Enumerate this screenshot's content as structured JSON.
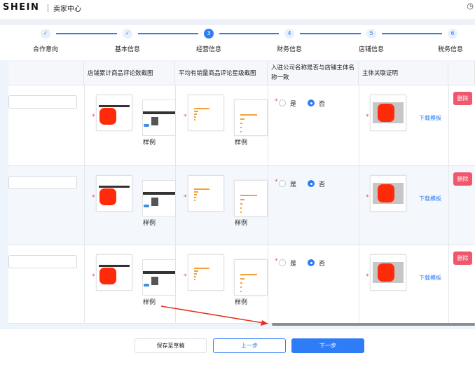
{
  "header": {
    "logo": "SHEIN",
    "title": "卖家中心",
    "clock_icon": "clock-icon"
  },
  "steps": [
    {
      "label": "合作意向",
      "marker": "✓",
      "status": "done"
    },
    {
      "label": "基本信息",
      "marker": "✓",
      "status": "done"
    },
    {
      "label": "经营信息",
      "marker": "3",
      "status": "active"
    },
    {
      "label": "财务信息",
      "marker": "4",
      "status": "pending"
    },
    {
      "label": "店铺信息",
      "marker": "5",
      "status": "pending"
    },
    {
      "label": "税务信息",
      "marker": "6",
      "status": "pending"
    }
  ],
  "table": {
    "columns": [
      "",
      "店铺累计商品评论数截图",
      "平均有销量商品评论星级截图",
      "入驻公司名称是否与店铺主体名称一致",
      "主体关联证明",
      ""
    ],
    "rows": [
      {
        "sample_label": "样例",
        "yes": "是",
        "no": "否",
        "selected": "否",
        "download": "下载模板",
        "delete": "删除"
      },
      {
        "sample_label": "样例",
        "yes": "是",
        "no": "否",
        "selected": "否",
        "download": "下载模板",
        "delete": "删除"
      },
      {
        "sample_label": "样例",
        "yes": "是",
        "no": "否",
        "selected": "否",
        "download": "下载模板",
        "delete": "删除"
      }
    ]
  },
  "footer": {
    "save_draft": "保存至草稿",
    "prev": "上一步",
    "next": "下一步"
  },
  "colors": {
    "accent": "#2f7df6",
    "danger": "#f0566c",
    "annotation_arrow": "#e8311f"
  }
}
